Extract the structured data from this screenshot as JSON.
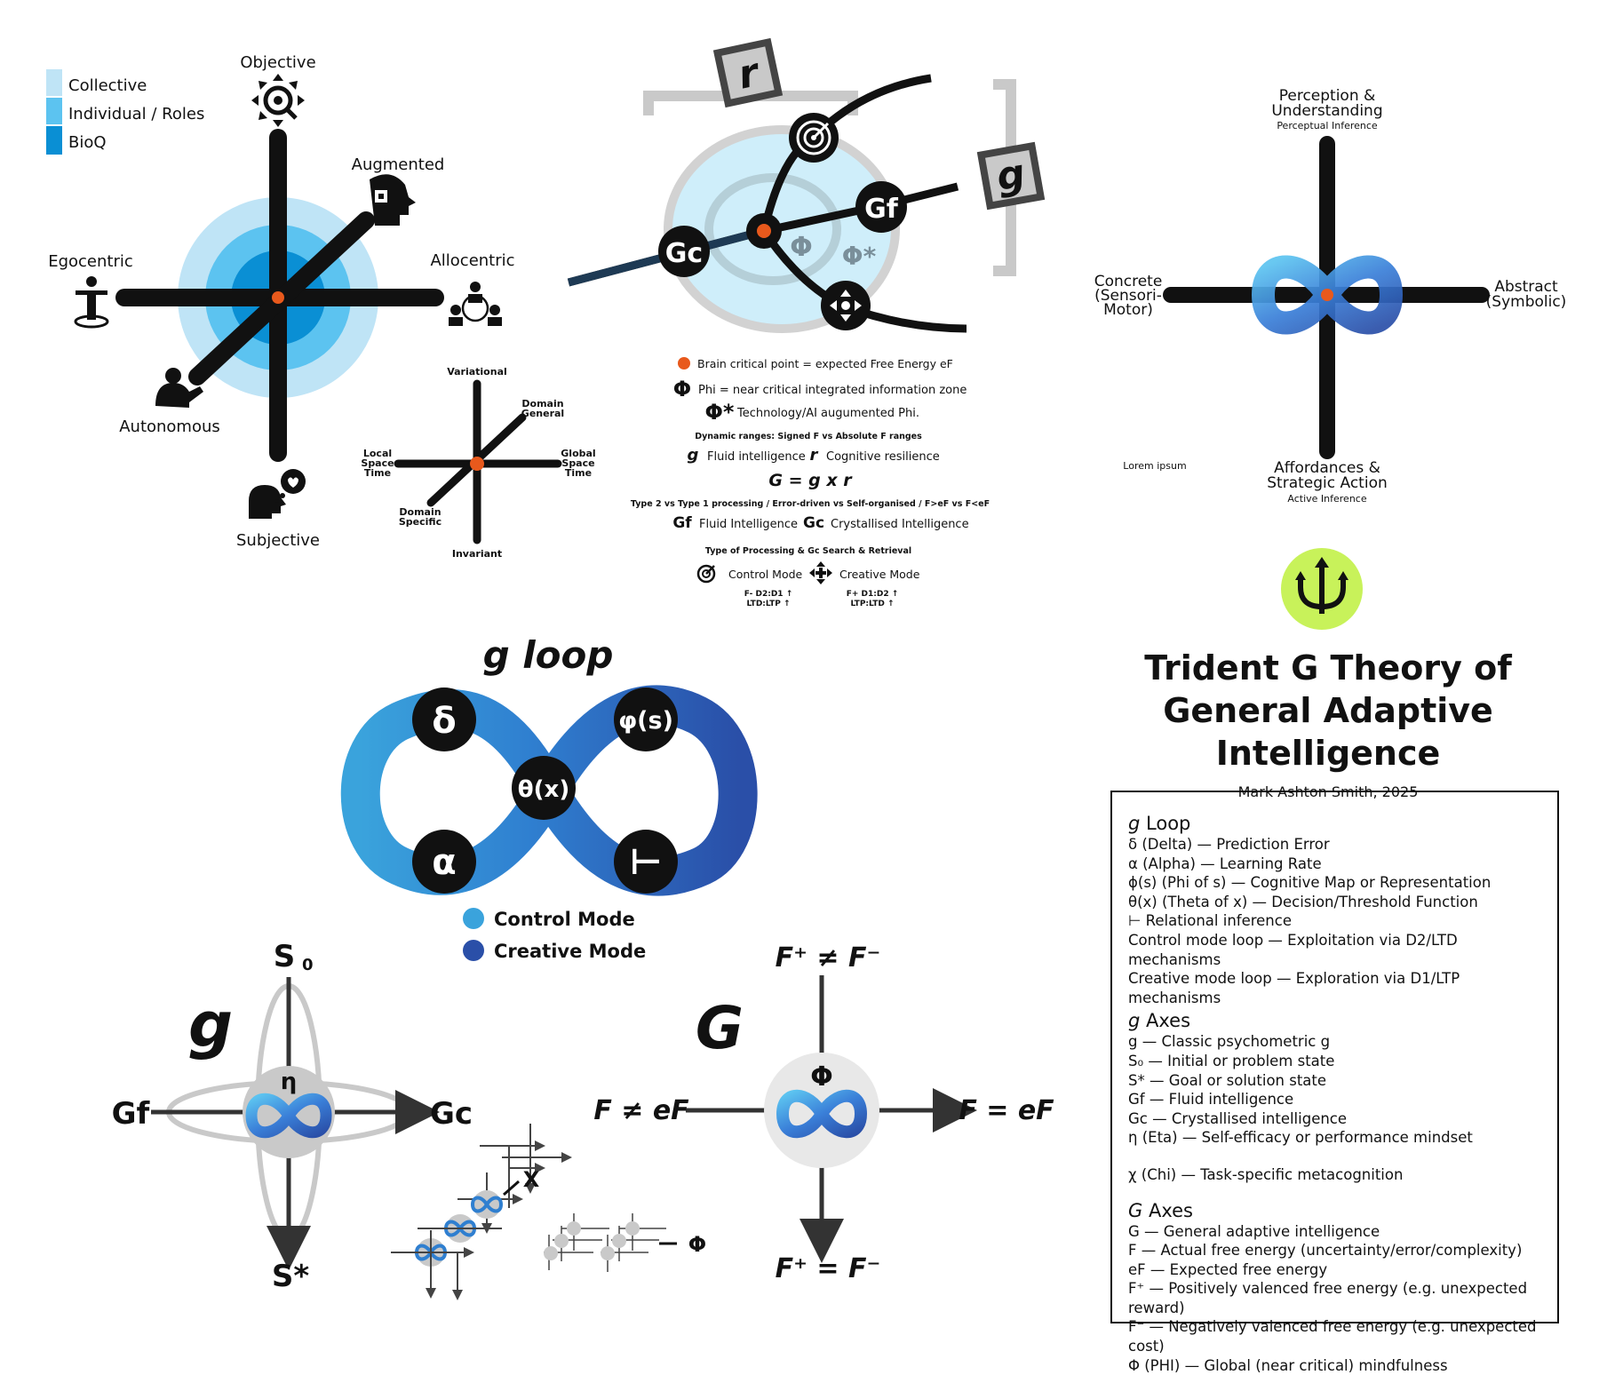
{
  "colors": {
    "collective": "#bfe4f6",
    "individual": "#5cc3f0",
    "bioq": "#0a8fd4",
    "orange": "#e8591c",
    "black": "#111111",
    "grey": "#c9c9c9",
    "control": "#3aa3dc",
    "creative": "#2a4fa8",
    "trident_bg": "#c8f25a"
  },
  "panel1": {
    "legend": [
      "Collective",
      "Individual / Roles",
      "BioQ"
    ],
    "axes": {
      "objective": "Objective",
      "subjective": "Subjective",
      "egocentric": "Egocentric",
      "allocentric": "Allocentric",
      "augmented": "Augmented",
      "autonomous": "Autonomous"
    },
    "icons": [
      "objective-icon",
      "augmented-icon",
      "egocentric-icon",
      "allocentric-icon",
      "autonomous-icon",
      "subjective-icon"
    ]
  },
  "panel2": {
    "top": "Variational",
    "bottom": "Invariant",
    "left": [
      "Local",
      "Space",
      "Time"
    ],
    "right": [
      "Global",
      "Space",
      "Time"
    ],
    "upper_right": [
      "Domain",
      "General"
    ],
    "lower_left": [
      "Domain",
      "Specific"
    ]
  },
  "panel3": {
    "bracket_r": "r",
    "bracket_g": "g",
    "gc": "Gc",
    "gf": "Gf",
    "phi": "Φ",
    "phi_star": "Φ*",
    "icons": [
      "target-icon",
      "move-arrows-icon"
    ],
    "legend": {
      "critical_point": "Brain critical point = expected Free Energy eF",
      "phi_symbol": "Φ",
      "phi_text": "Phi = near critical integrated information zone",
      "phi_star_symbol": "Φ*",
      "phi_star_text": "Technology/AI augumented Phi.",
      "dynamic": "Dynamic ranges:  Signed F vs Absolute F ranges",
      "g_sym": "g",
      "g_text": "Fluid intelligence",
      "r_sym": "r",
      "r_text": "Cognitive resilience",
      "formula": "G = g x r",
      "type2": "Type 2 vs Type 1 processing / Error-driven vs Self-organised / F>eF vs F<eF",
      "gf_sym": "Gf",
      "gf_text": "Fluid Intelligence",
      "gc_sym": "Gc",
      "gc_text": "Crystallised Intelligence",
      "processing": "Type of Processing & Gc Search & Retrieval",
      "control": "Control Mode",
      "creative": "Creative Mode",
      "control_sub": [
        "F-  D2:D1 ↑",
        "LTD:LTP ↑"
      ],
      "creative_sub": [
        "F+  D1:D2 ↑",
        "LTP:LTD ↑"
      ]
    }
  },
  "panel4": {
    "top": [
      "Perception &",
      "Understanding"
    ],
    "top_sub": "Perceptual Inference",
    "left": [
      "Concrete",
      "(Sensori-",
      "Motor)"
    ],
    "right": [
      "Abstract",
      "(Symbolic)"
    ],
    "bottom": [
      "Affordances &",
      "Strategic Action"
    ],
    "bottom_sub": "Active Inference",
    "lorem": "Lorem ipsum"
  },
  "gloop": {
    "title": "g loop",
    "nodes": {
      "delta": "δ",
      "phi_s": "φ(s)",
      "theta": "θ(x)",
      "alpha": "α",
      "relational": "⊢"
    },
    "legend": [
      {
        "label": "Control Mode",
        "color": "#3aa3dc"
      },
      {
        "label": "Creative Mode",
        "color": "#2a4fa8"
      }
    ]
  },
  "gaxes": {
    "g": "g",
    "s0": "S",
    "s0_sub": "0",
    "sstar": "S*",
    "gf": "Gf",
    "gc": "Gc",
    "eta": "η",
    "chi": "X",
    "phi_small": "Φ"
  },
  "Gaxes": {
    "G": "G",
    "top": "F⁺ ≠ F⁻",
    "bottom": "F⁺ = F⁻",
    "left": "F ≠ eF",
    "right": "F = eF",
    "phi": "Φ"
  },
  "title": {
    "line1": "Trident G Theory of",
    "line2": "General Adaptive Intelligence",
    "author": "Mark Ashton Smith, 2025",
    "icon": "trident-icon"
  },
  "legend_box": {
    "gloop_head_g": "g",
    "gloop_head": " Loop",
    "gloop_items": [
      "δ (Delta) — Prediction Error",
      "α (Alpha) — Learning Rate",
      "ϕ(s) (Phi of s) — Cognitive Map or Representation",
      "θ(x) (Theta of x) — Decision/Threshold Function",
      "⊢  Relational inference",
      "Control mode loop — Exploitation via D2/LTD mechanisms",
      "Creative mode loop — Exploration via D1/LTP mechanisms"
    ],
    "gaxes_head_g": "g",
    "gaxes_head": " Axes",
    "gaxes_items": [
      "g — Classic psychometric g",
      "S₀ — Initial or  problem state",
      "S* — Goal or solution state",
      "Gf — Fluid intelligence",
      "Gc — Crystallised intelligence",
      "η (Eta) — Self-efficacy or performance mindset"
    ],
    "chi_item": "χ (Chi) — Task-specific metacognition",
    "Gaxes_head_G": "G",
    "Gaxes_head": " Axes",
    "Gaxes_items": [
      "G — General adaptive intelligence",
      "F — Actual free energy (uncertainty/error/complexity)",
      "eF — Expected free energy",
      "F⁺ — Positively valenced free energy (e.g. unexpected reward)",
      "F⁻ — Negatively valenced free energy (e.g. unexpected cost)",
      "Φ (PHI) —  Global (near critical) mindfulness"
    ]
  }
}
